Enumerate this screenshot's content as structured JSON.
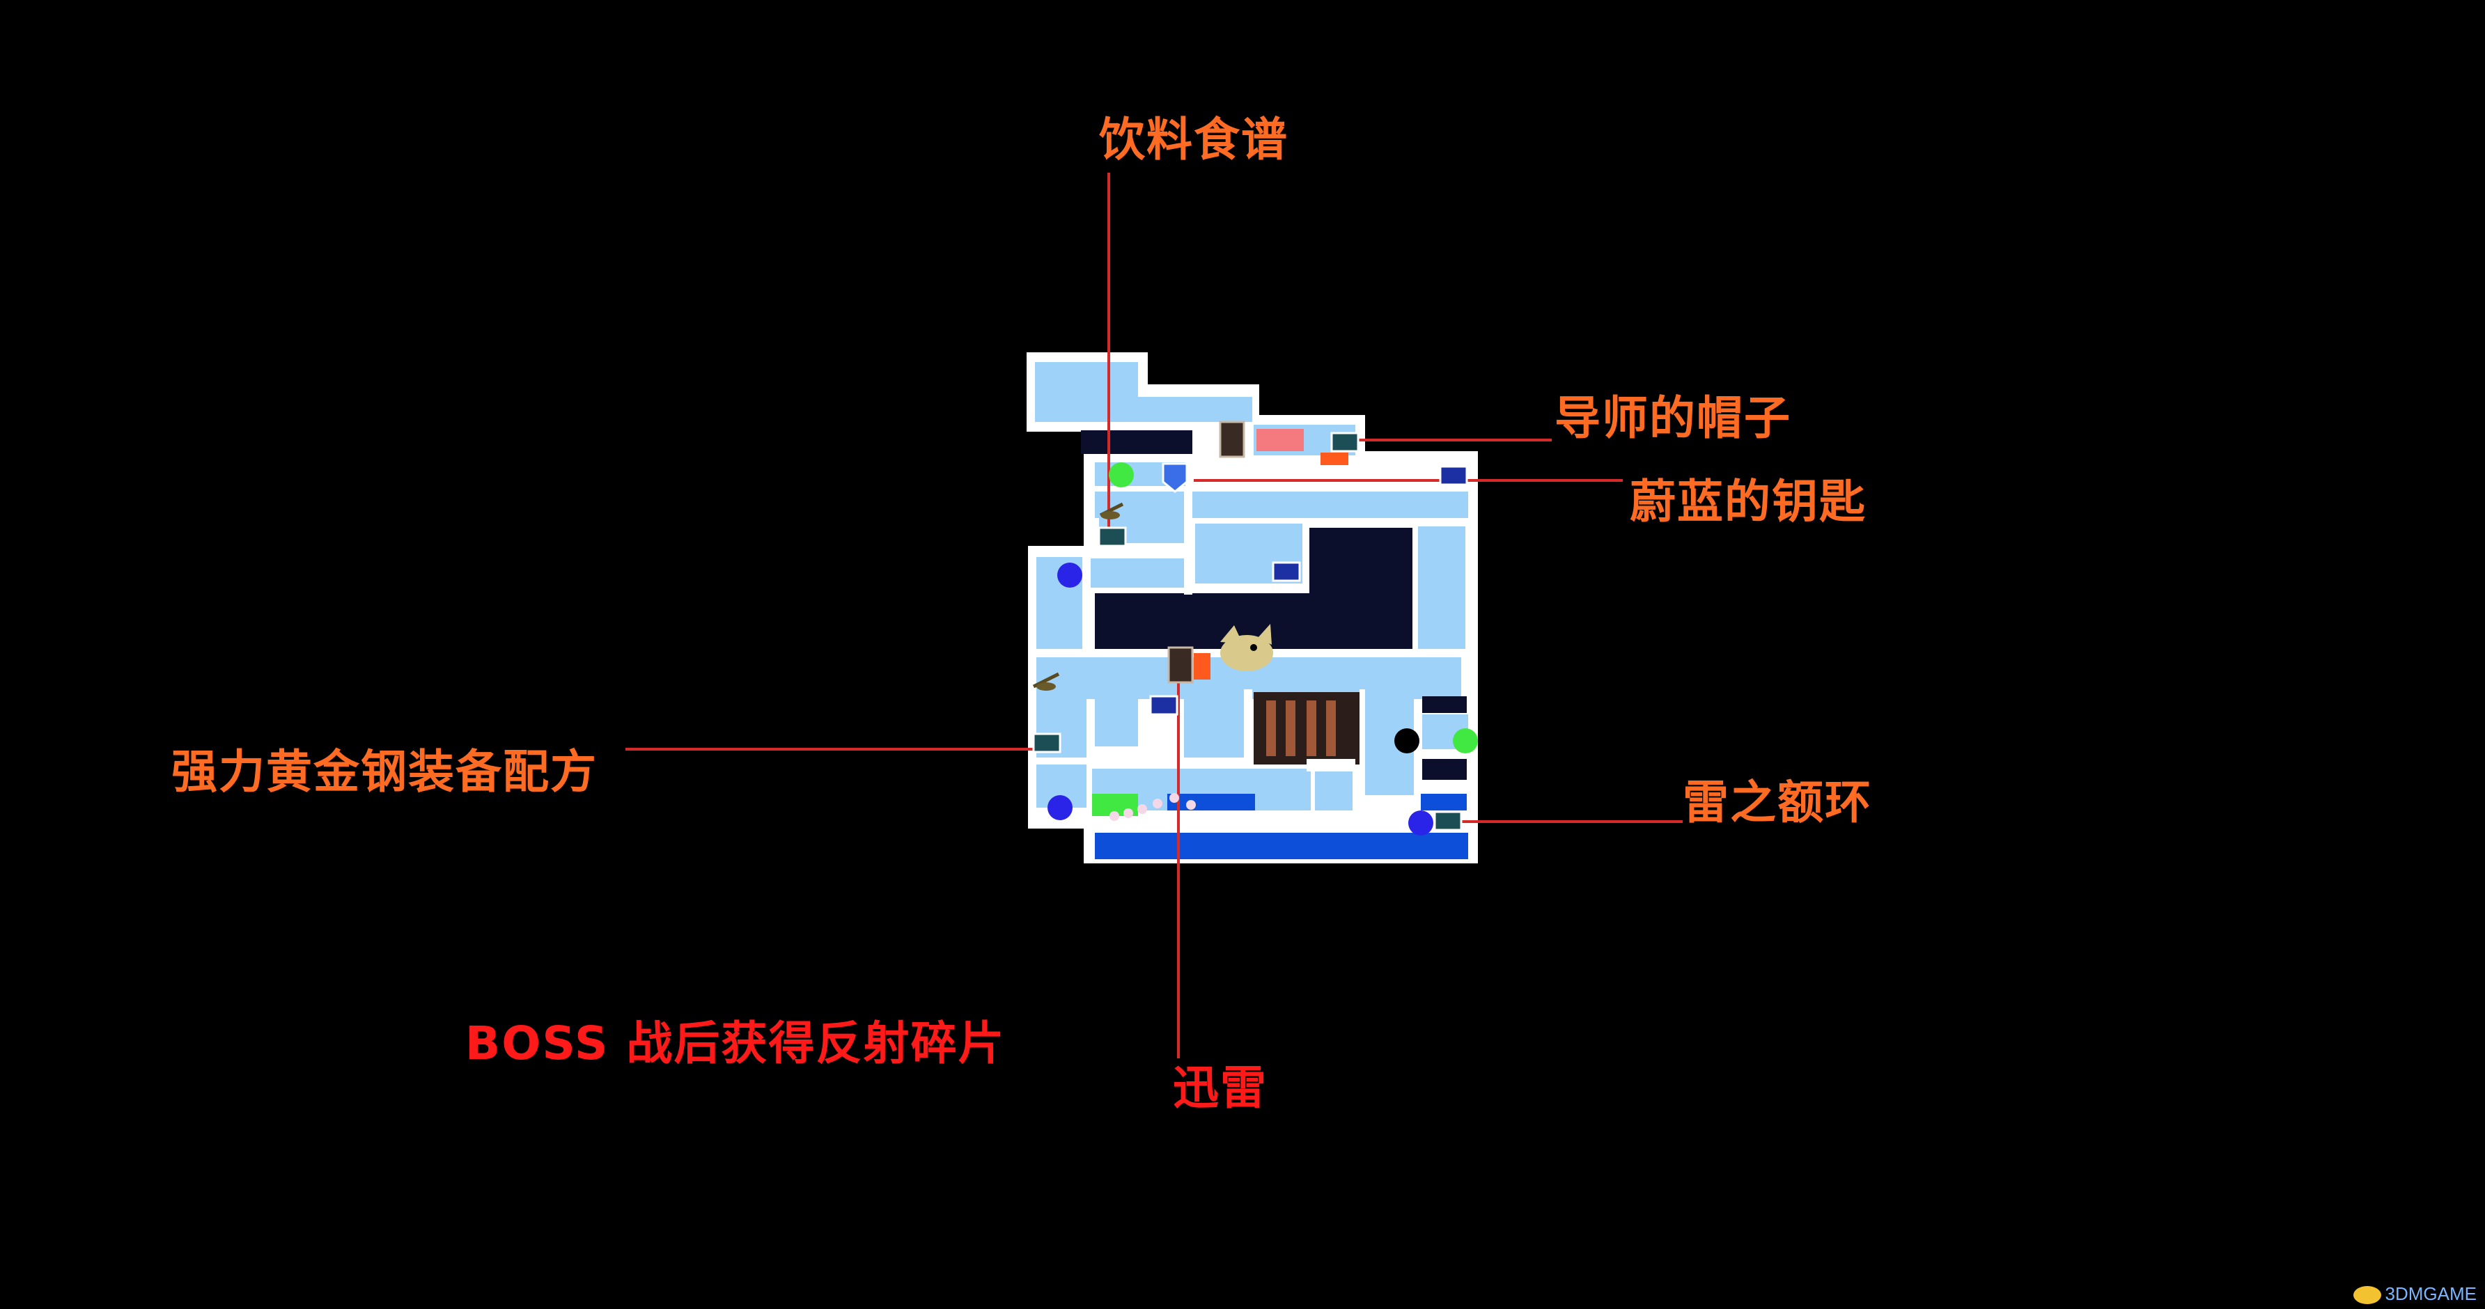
{
  "map": {
    "colors": {
      "background": "#000000",
      "room": "#9ed2f8",
      "wall": "#ffffff",
      "void": "#0c0f2b",
      "water": "#0d4fd8",
      "label_orange": "#ff6b22",
      "label_red": "#ff1a1a",
      "leader": "#d42a2a",
      "save_point": "#42e842",
      "warp_point": "#2a24e8",
      "boss_marker": "#000000",
      "locked_door": "#f47a80",
      "switch": "#ff5a1e"
    },
    "icons": [
      "treasure-chest-icon",
      "blue-chest-icon",
      "door-icon",
      "lamp-icon",
      "crest-icon",
      "boss-creature-icon",
      "save-point-icon",
      "warp-point-icon"
    ]
  },
  "labels": {
    "drink_recipe": "饮料食谱",
    "mentor_hat": "导师的帽子",
    "azure_key": "蔚蓝的钥匙",
    "gold_steel_recipe": "强力黄金钢装备配方",
    "thunder_circlet": "雷之额环",
    "boss_reward": "BOSS 战后获得反射碎片",
    "thunder": "迅雷"
  },
  "watermark": {
    "text": "3DMGAME"
  }
}
